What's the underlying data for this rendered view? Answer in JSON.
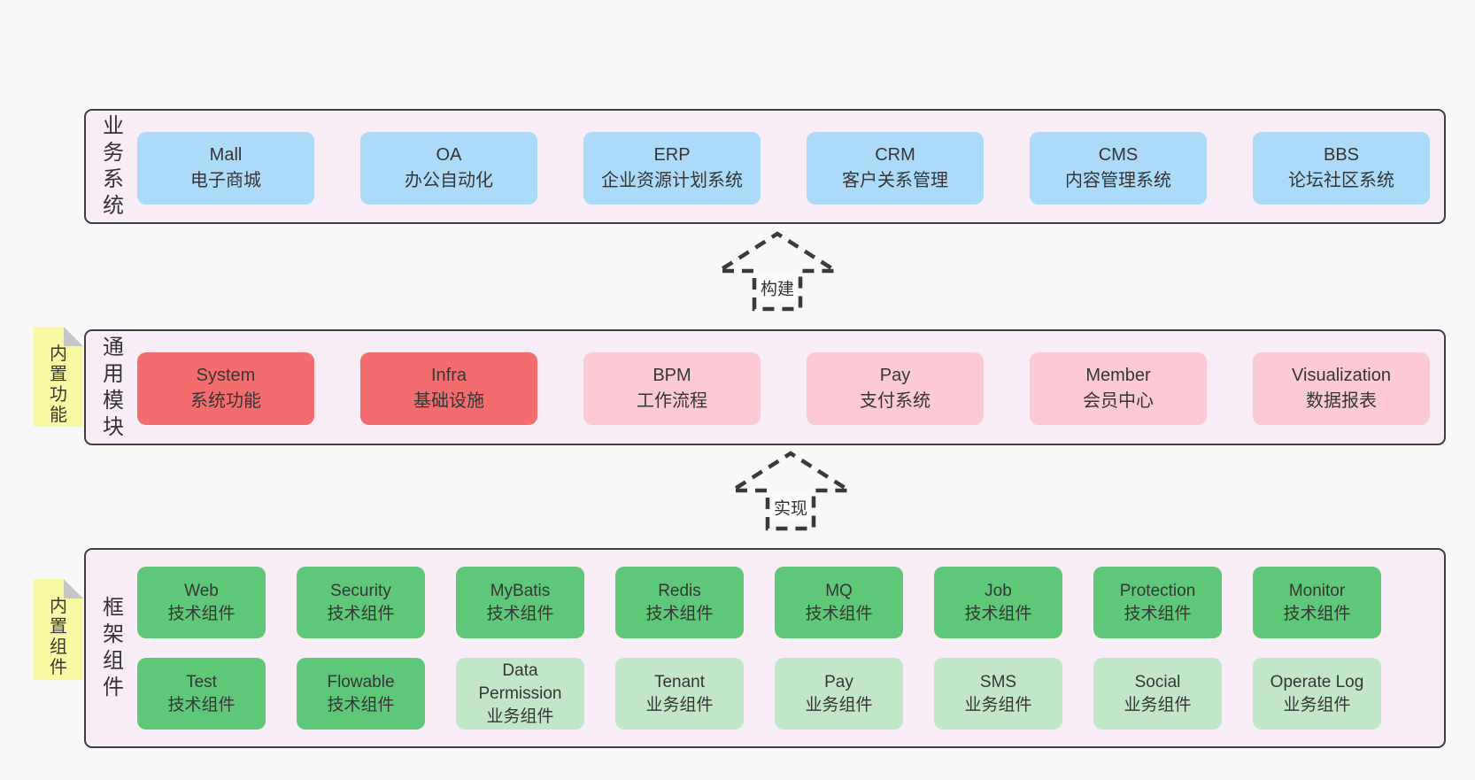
{
  "sections": {
    "business": {
      "label": "业务系统",
      "boxes": [
        {
          "en": "Mall",
          "zh": "电子商城"
        },
        {
          "en": "OA",
          "zh": "办公自动化"
        },
        {
          "en": "ERP",
          "zh": "企业资源计划系统"
        },
        {
          "en": "CRM",
          "zh": "客户关系管理"
        },
        {
          "en": "CMS",
          "zh": "内容管理系统"
        },
        {
          "en": "BBS",
          "zh": "论坛社区系统"
        }
      ]
    },
    "modules": {
      "label": "通用模块",
      "note": "内置功能",
      "boxes": [
        {
          "en": "System",
          "zh": "系统功能"
        },
        {
          "en": "Infra",
          "zh": "基础设施"
        },
        {
          "en": "BPM",
          "zh": "工作流程"
        },
        {
          "en": "Pay",
          "zh": "支付系统"
        },
        {
          "en": "Member",
          "zh": "会员中心"
        },
        {
          "en": "Visualization",
          "zh": "数据报表"
        }
      ]
    },
    "components": {
      "label": "框架组件",
      "note": "内置组件",
      "row1": [
        {
          "en": "Web",
          "zh": "技术组件"
        },
        {
          "en": "Security",
          "zh": "技术组件"
        },
        {
          "en": "MyBatis",
          "zh": "技术组件"
        },
        {
          "en": "Redis",
          "zh": "技术组件"
        },
        {
          "en": "MQ",
          "zh": "技术组件"
        },
        {
          "en": "Job",
          "zh": "技术组件"
        },
        {
          "en": "Protection",
          "zh": "技术组件"
        },
        {
          "en": "Monitor",
          "zh": "技术组件"
        }
      ],
      "row2": [
        {
          "en": "Test",
          "zh": "技术组件"
        },
        {
          "en": "Flowable",
          "zh": "技术组件"
        },
        {
          "en": "Data Permission",
          "zh": "业务组件"
        },
        {
          "en": "Tenant",
          "zh": "业务组件"
        },
        {
          "en": "Pay",
          "zh": "业务组件"
        },
        {
          "en": "SMS",
          "zh": "业务组件"
        },
        {
          "en": "Social",
          "zh": "业务组件"
        },
        {
          "en": "Operate Log",
          "zh": "业务组件"
        }
      ]
    }
  },
  "arrows": {
    "build": "构建",
    "implement": "实现"
  },
  "colors": {
    "page_bg": "#f8f8f8",
    "panel_bg": "#f8edf6",
    "panel_border": "#3f3f3f",
    "blue": "#abdbf8",
    "red": "#f36c6e",
    "pink": "#fbcad4",
    "green": "#5fc878",
    "light_green": "#c2e6c8",
    "note_yellow": "#f8f9a2",
    "note_fold_gray": "#c6c6c6"
  }
}
